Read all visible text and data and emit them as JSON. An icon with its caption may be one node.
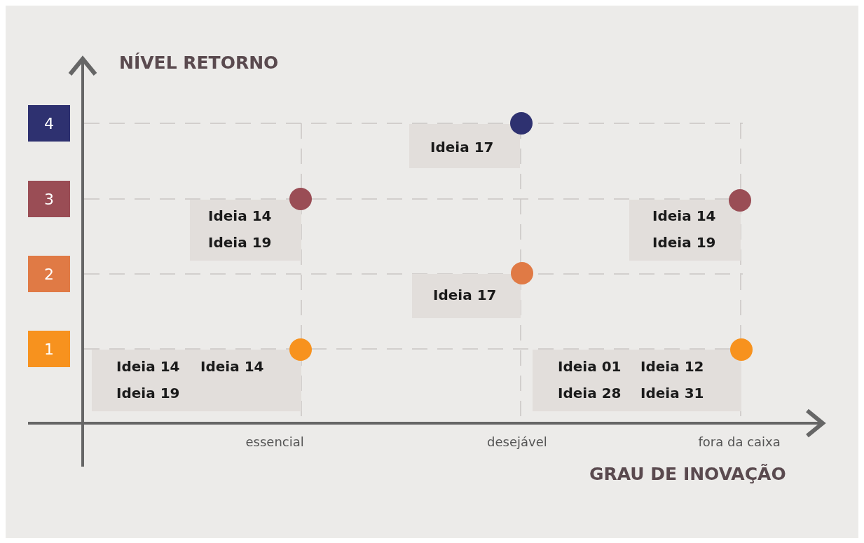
{
  "diagram": {
    "nodes": [
      {
        "text": [
          "4"
        ]
      },
      {
        "text": [],
        "shape": "circle"
      },
      {
        "text": [
          "Ideia 17"
        ]
      },
      {
        "text": [
          "3"
        ]
      },
      {
        "text": [],
        "shape": "circle"
      },
      {
        "text": [],
        "shape": "circle"
      },
      {
        "text": [
          "Ideia 14",
          "Ideia 19"
        ]
      },
      {
        "text": [
          "Ideia 14",
          "Ideia 19"
        ]
      },
      {
        "text": [
          "2"
        ]
      },
      {
        "text": [],
        "shape": "circle"
      },
      {
        "text": [
          "Ideia 17"
        ]
      },
      {
        "text": [
          "1"
        ]
      },
      {
        "text": [],
        "shape": "circle"
      },
      {
        "text": [],
        "shape": "circle"
      },
      {
        "text": [
          "Ideia 14",
          "Ideia 14",
          "Ideia 19"
        ]
      },
      {
        "text": [
          "Ideia 01",
          "Ideia 12",
          "Ideia 28",
          "Ideia 31"
        ]
      }
    ],
    "edges": [],
    "labels": [
      "NÍVEL RETORNO",
      "essencial",
      "desejável",
      "fora da caixa",
      "GRAU DE INOVAÇÃO"
    ]
  }
}
